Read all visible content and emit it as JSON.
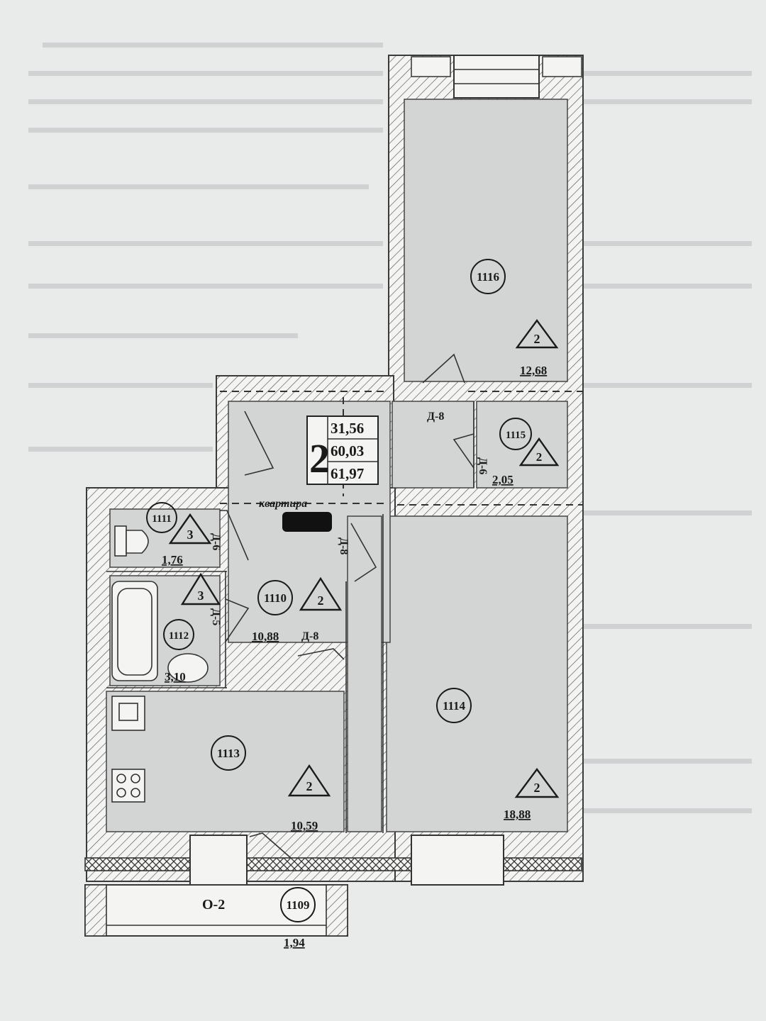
{
  "plan": {
    "rooms": [
      {
        "id": "1116",
        "area": "12,68",
        "class": "2"
      },
      {
        "id": "1115",
        "area": "2,05",
        "class": "2"
      },
      {
        "id": "1114",
        "area": "18,88",
        "class": "2"
      },
      {
        "id": "1113",
        "area": "10,59",
        "class": "2"
      },
      {
        "id": "1112",
        "area": "3,10",
        "class": "3"
      },
      {
        "id": "1111",
        "area": "1,76",
        "class": "3"
      },
      {
        "id": "1110",
        "area": "10,88",
        "class": "2"
      },
      {
        "id": "1109",
        "area": "1,94",
        "label": "О-2"
      }
    ],
    "apartment": {
      "rooms_count": "2",
      "living_area": "31,56",
      "total_area": "60,03",
      "total_area_with_balcony": "61,97",
      "label": "квартира"
    },
    "doors": {
      "d8_top": "Д-8",
      "d6_storage": "Д-6",
      "d6_wc": "Д-6",
      "d5_bath": "Д-5",
      "d8_hall": "Д-8",
      "d8_living": "Д-8"
    }
  }
}
